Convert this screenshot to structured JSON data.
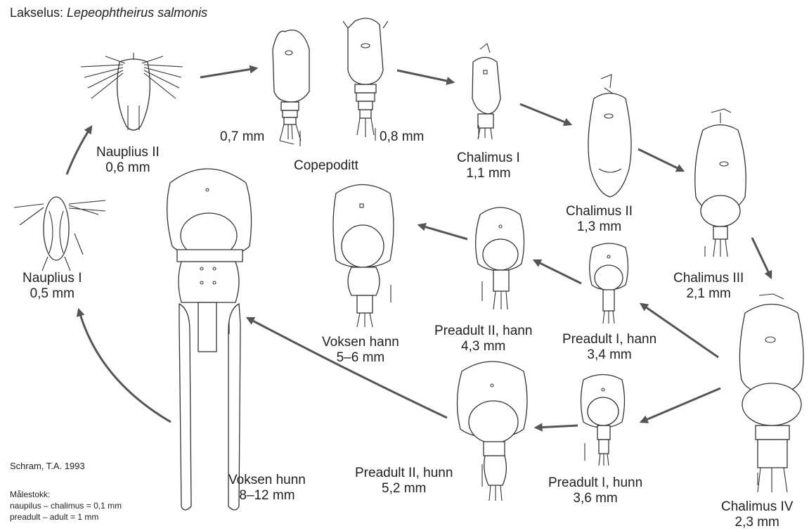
{
  "title": {
    "prefix": "Lakselus: ",
    "species": "Lepeophtheirus salmonis"
  },
  "stages": [
    {
      "name": "Nauplius I",
      "size": "0,5 mm"
    },
    {
      "name": "Nauplius II",
      "size": "0,6 mm"
    },
    {
      "name": "Copepoditt",
      "size_left": "0,7 mm",
      "size_right": "0,8 mm"
    },
    {
      "name": "Chalimus I",
      "size": "1,1 mm"
    },
    {
      "name": "Chalimus II",
      "size": "1,3 mm"
    },
    {
      "name": "Chalimus III",
      "size": "2,1 mm"
    },
    {
      "name": "Chalimus IV",
      "size": "2,3 mm"
    },
    {
      "name": "Preadult I, hann",
      "size": "3,4 mm"
    },
    {
      "name": "Preadult II, hann",
      "size": "4,3 mm"
    },
    {
      "name": "Voksen hann",
      "size": "5–6 mm"
    },
    {
      "name": "Preadult I, hunn",
      "size": "3,6 mm"
    },
    {
      "name": "Preadult II, hunn",
      "size": "5,2 mm"
    },
    {
      "name": "Voksen hunn",
      "size": "8–12 mm"
    }
  ],
  "credit": "Schram, T.A. 1993",
  "scale": {
    "heading": "Målestokk:",
    "line1": "naupilus – chalimus = 0,1 mm",
    "line2": "preadult – adult = 1 mm"
  },
  "colors": {
    "arrow": "#555555",
    "ink": "#333333"
  }
}
